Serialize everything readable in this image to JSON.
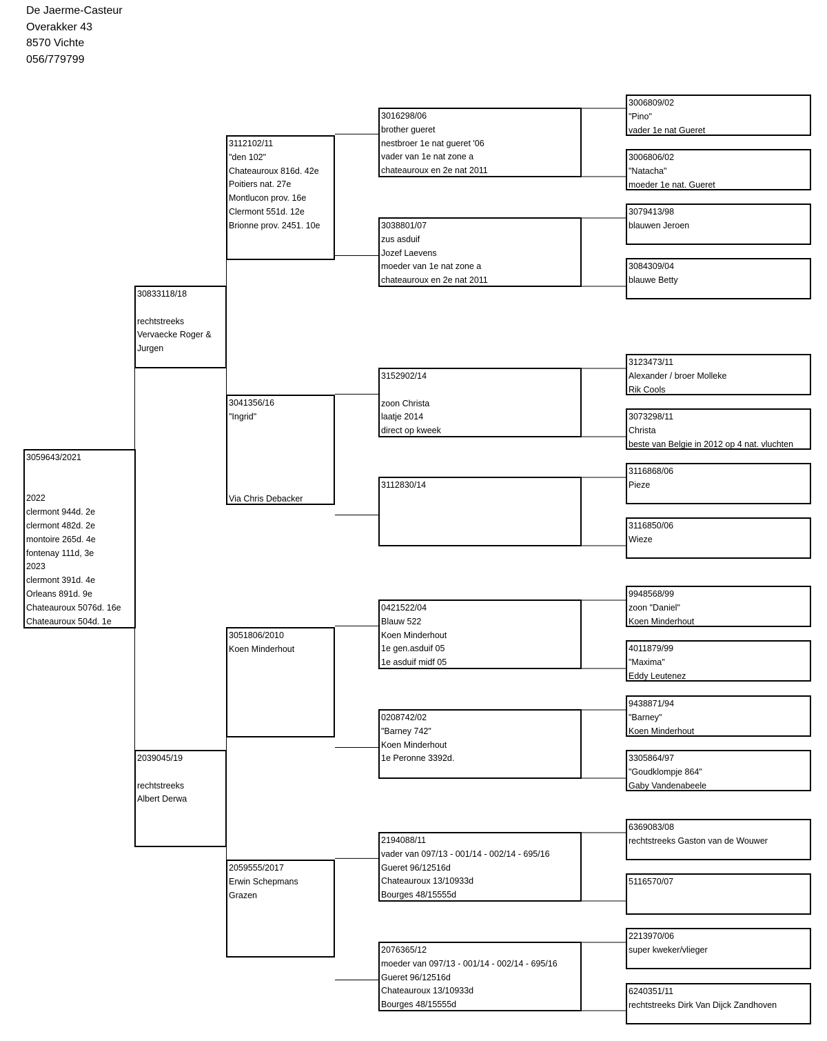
{
  "owner": {
    "name": "De Jaerme-Casteur",
    "street": "Overakker 43",
    "city": "8570 Vichte",
    "phone": "056/779799"
  },
  "pigeon": {
    "lines": [
      "3059643/2021",
      "",
      "",
      "2022",
      "clermont 944d. 2e",
      "clermont 482d. 2e",
      "montoire 265d. 4e",
      "fontenay 111d, 3e",
      "2023",
      "clermont 391d. 4e",
      "Orleans 891d. 9e",
      "Chateauroux 5076d. 16e",
      "Chateauroux 504d. 1e"
    ]
  },
  "parents": [
    {
      "lines": [
        "30833118/18",
        "",
        "rechtstreeks",
        "Vervaecke Roger &",
        "Jurgen"
      ]
    },
    {
      "lines": [
        "2039045/19",
        "",
        "rechtstreeks",
        "Albert Derwa"
      ]
    }
  ],
  "grandparents": [
    {
      "lines": [
        "3112102/11",
        "\"den 102\"",
        "Chateauroux 816d. 42e",
        "Poitiers nat. 27e",
        "Montlucon prov. 16e",
        "Clermont 551d. 12e",
        "Brionne prov. 2451. 10e"
      ]
    },
    {
      "lines": [
        "3041356/16",
        "\"Ingrid\"",
        "",
        "",
        "",
        "",
        "",
        "Via Chris Debacker"
      ]
    },
    {
      "lines": [
        "3051806/2010",
        "Koen Minderhout"
      ]
    },
    {
      "lines": [
        "2059555/2017",
        "Erwin Schepmans",
        "Grazen"
      ]
    }
  ],
  "great_grandparents": [
    {
      "lines": [
        "3016298/06",
        "brother gueret",
        "nestbroer 1e nat gueret '06",
        "vader van 1e nat zone a",
        "chateauroux en 2e nat 2011"
      ]
    },
    {
      "lines": [
        "3038801/07",
        "zus asduif",
        "Jozef Laevens",
        "moeder van 1e nat zone a",
        "chateauroux en 2e nat 2011"
      ]
    },
    {
      "lines": [
        "3152902/14",
        "",
        "zoon Christa",
        "laatje 2014",
        "direct op kweek"
      ]
    },
    {
      "lines": [
        "3112830/14"
      ]
    },
    {
      "lines": [
        "0421522/04",
        "Blauw 522",
        "Koen Minderhout",
        "1e gen.asduif 05",
        "1e asduif midf 05"
      ]
    },
    {
      "lines": [
        "0208742/02",
        "\"Barney 742\"",
        "Koen Minderhout",
        "1e Peronne 3392d."
      ]
    },
    {
      "lines": [
        "2194088/11",
        "vader van 097/13 - 001/14 - 002/14 - 695/16",
        "Gueret 96/12516d",
        "Chateauroux 13/10933d",
        "Bourges 48/15555d"
      ]
    },
    {
      "lines": [
        "2076365/12",
        "moeder van 097/13 - 001/14 - 002/14 - 695/16",
        "Gueret 96/12516d",
        "Chateauroux 13/10933d",
        "Bourges 48/15555d"
      ]
    }
  ],
  "great_great_grandparents": [
    {
      "lines": [
        "3006809/02",
        "\"Pino\"",
        "vader 1e nat Gueret"
      ]
    },
    {
      "lines": [
        "3006806/02",
        "\"Natacha\"",
        "moeder 1e nat. Gueret"
      ]
    },
    {
      "lines": [
        "3079413/98",
        "blauwen Jeroen"
      ]
    },
    {
      "lines": [
        "3084309/04",
        "blauwe Betty"
      ]
    },
    {
      "lines": [
        "3123473/11",
        "Alexander / broer Molleke",
        "Rik Cools"
      ]
    },
    {
      "lines": [
        "3073298/11",
        "Christa",
        "beste van Belgie in 2012 op 4 nat. vluchten"
      ]
    },
    {
      "lines": [
        "3116868/06",
        "Pieze"
      ]
    },
    {
      "lines": [
        "3116850/06",
        "Wieze"
      ]
    },
    {
      "lines": [
        "9948568/99",
        "zoon \"Daniel\"",
        "Koen Minderhout"
      ]
    },
    {
      "lines": [
        "4011879/99",
        "\"Maxima\"",
        "Eddy Leutenez"
      ]
    },
    {
      "lines": [
        "9438871/94",
        "\"Barney\"",
        "Koen Minderhout"
      ]
    },
    {
      "lines": [
        "3305864/97",
        "\"Goudklompje 864\"",
        "Gaby Vandenabeele"
      ]
    },
    {
      "lines": [
        "6369083/08",
        "rechtstreeks Gaston van de Wouwer"
      ]
    },
    {
      "lines": [
        "5116570/07"
      ]
    },
    {
      "lines": [
        "2213970/06",
        "super kweker/vlieger"
      ]
    },
    {
      "lines": [
        "6240351/11",
        "rechtstreeks Dirk Van Dijck Zandhoven"
      ]
    }
  ]
}
